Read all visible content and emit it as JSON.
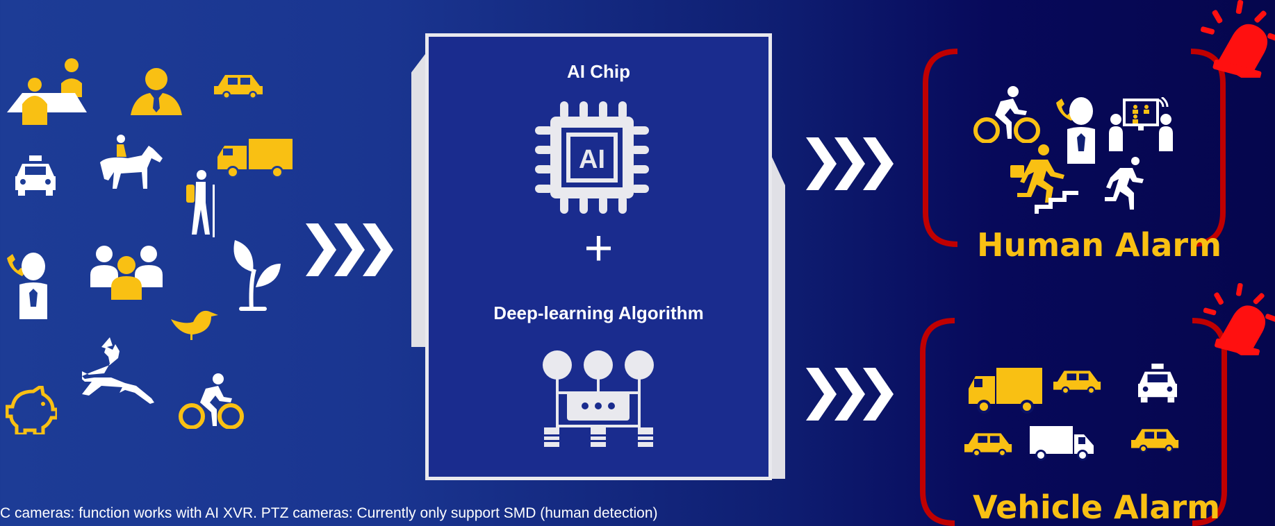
{
  "center": {
    "title_top": "AI Chip",
    "chip_label": "AI",
    "plus": "+",
    "title_bottom": "Deep-learning Algorithm"
  },
  "alarms": {
    "human": "Human Alarm",
    "vehicle": "Vehicle Alarm"
  },
  "footnote": "C cameras: function works with AI XVR. PTZ cameras: Currently only support SMD (human detection)",
  "icons": {
    "left": [
      "meeting-icon",
      "businessman-icon",
      "car-icon",
      "taxi-icon",
      "horse-rider-icon",
      "truck-icon",
      "hiker-icon",
      "phone-person-icon",
      "group-icon",
      "plant-icon",
      "bird-icon",
      "deer-icon",
      "piggy-bank-icon",
      "cyclist-icon"
    ],
    "human": [
      "cyclist-icon",
      "phone-person-icon",
      "video-call-icon",
      "person-running-stairs-icon",
      "person-running-icon"
    ],
    "vehicle": [
      "truck-icon",
      "car-icon",
      "taxi-icon",
      "car-icon",
      "van-icon",
      "car-icon"
    ],
    "alarm": "siren-icon",
    "arrows": "chevron-arrows-icon"
  },
  "colors": {
    "accent_yellow": "#f9c013",
    "alarm_red": "#c00000",
    "white": "#ffffff",
    "box_fill": "#1a2c8e"
  }
}
